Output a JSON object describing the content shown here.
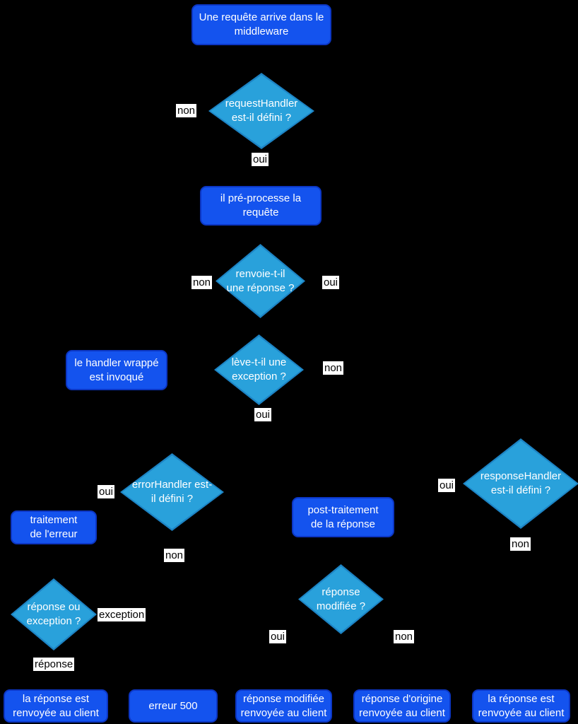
{
  "diagram": {
    "colors": {
      "background": "#000000",
      "process_fill": "#1453ee",
      "process_border": "#0c36c4",
      "decision_fill": "#29a1db",
      "decision_border": "#1d83c4",
      "node_text": "#ffffff",
      "edge_label_bg": "#ffffff",
      "edge_label_text": "#000000"
    },
    "nodes": {
      "start": {
        "label": "Une requête arrive dans le middleware",
        "type": "process"
      },
      "request_handler_defined": {
        "label": "requestHandler est-il défini ?",
        "type": "decision"
      },
      "preprocess": {
        "label": "il pré-processe la requête",
        "type": "process"
      },
      "returns_response": {
        "label": "renvoie-t-il une réponse ?",
        "type": "decision"
      },
      "wrapped_handler": {
        "label": "le handler wrappé est invoqué",
        "type": "process"
      },
      "raises_exception": {
        "label": "lève-t-il une exception ?",
        "type": "decision"
      },
      "error_handler_defined": {
        "label": "errorHandler est-il défini ?",
        "type": "decision"
      },
      "error_processing": {
        "label": "traitement de l'erreur",
        "type": "process"
      },
      "post_processing": {
        "label": "post-traitement de la réponse",
        "type": "process"
      },
      "response_handler_defined": {
        "label": "responseHandler est-il défini ?",
        "type": "decision"
      },
      "response_or_exception": {
        "label": "réponse ou exception ?",
        "type": "decision"
      },
      "response_modified": {
        "label": "réponse modifiée ?",
        "type": "decision"
      },
      "end_response_left": {
        "label": "la réponse est renvoyée au client",
        "type": "process"
      },
      "end_error_500": {
        "label": "erreur 500",
        "type": "process"
      },
      "end_modified_response": {
        "label": "réponse modifiée renvoyée au client",
        "type": "process"
      },
      "end_original_response": {
        "label": "réponse d'origine renvoyée au client",
        "type": "process"
      },
      "end_response_right": {
        "label": "la réponse est renvoyée au client",
        "type": "process"
      }
    },
    "edge_labels": {
      "request_handler_non": "non",
      "request_handler_oui": "oui",
      "returns_response_non": "non",
      "returns_response_oui": "oui",
      "raises_exception_non": "non",
      "raises_exception_oui": "oui",
      "error_handler_oui": "oui",
      "error_handler_non": "non",
      "response_handler_oui": "oui",
      "response_handler_non": "non",
      "response_or_exception_exception": "exception",
      "response_or_exception_reponse": "réponse",
      "response_modified_oui": "oui",
      "response_modified_non": "non"
    }
  }
}
